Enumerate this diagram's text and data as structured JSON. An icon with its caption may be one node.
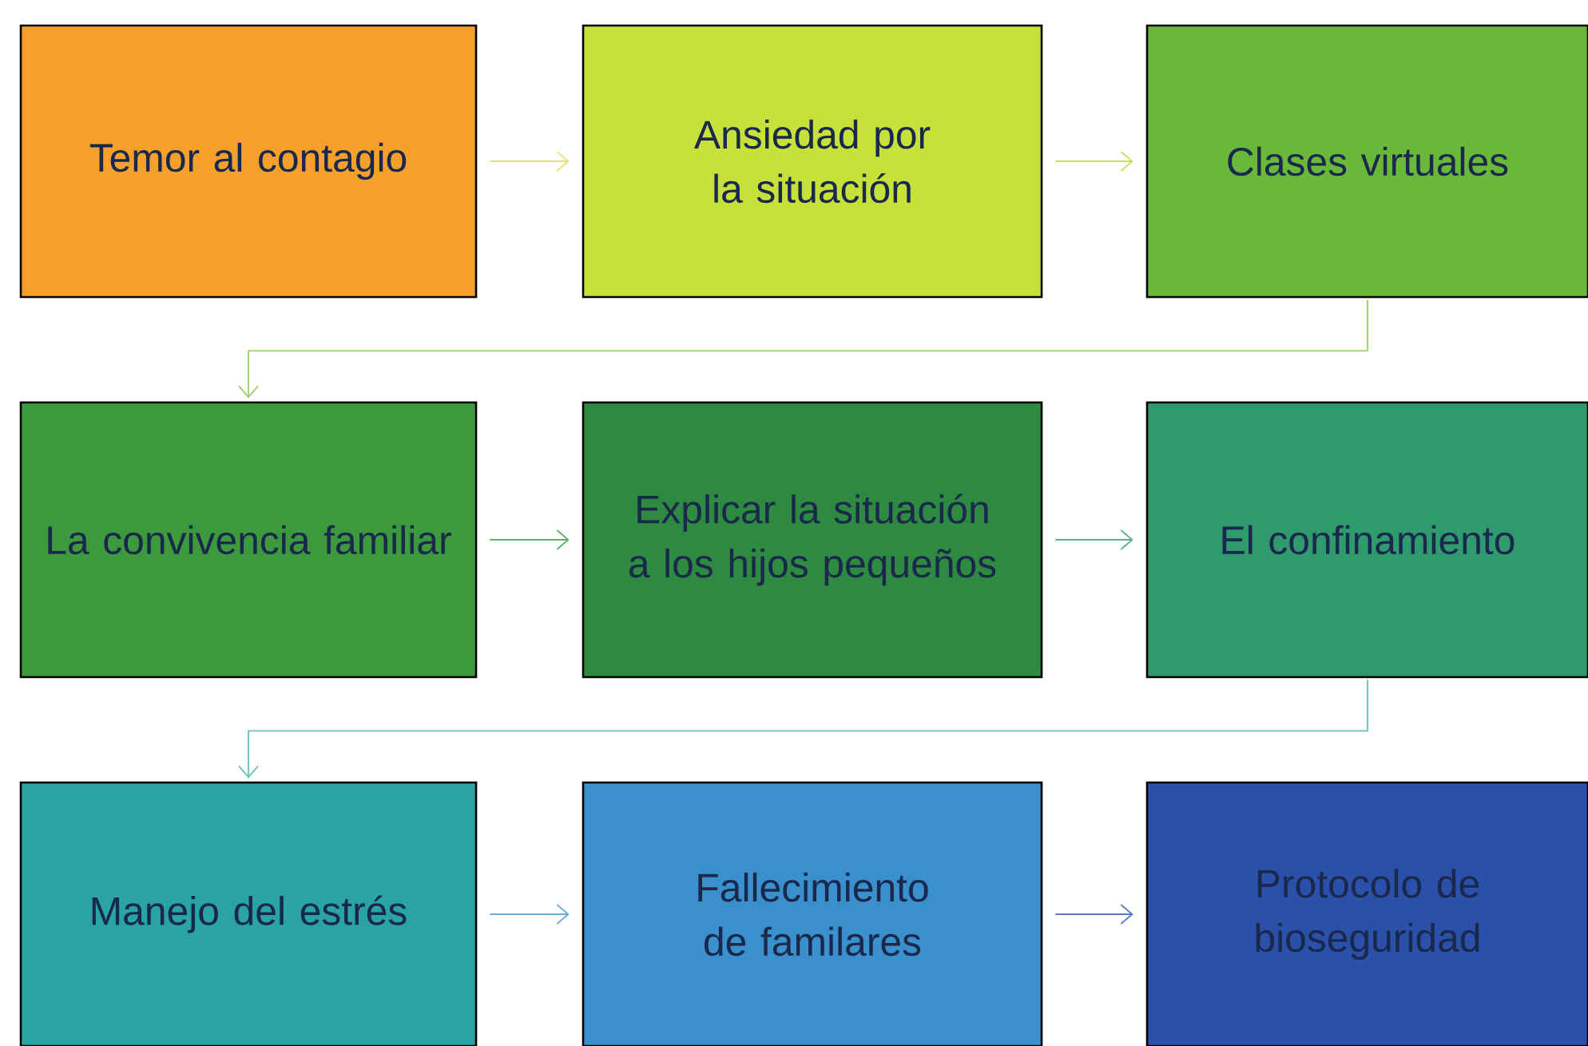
{
  "diagram": {
    "nodes": [
      {
        "text": [
          "Temor al contagio"
        ]
      },
      {
        "text": [
          "Ansiedad por la situación"
        ]
      },
      {
        "text": [
          "Clases virtuales"
        ]
      },
      {
        "text": [
          "La convivencia familiar"
        ]
      },
      {
        "text": [
          "Explicar la situación a los hijos pequeños"
        ]
      },
      {
        "text": [
          "El confinamiento"
        ]
      },
      {
        "text": [
          "Manejo del estrés"
        ]
      },
      {
        "text": [
          "Fallecimiento de familares"
        ]
      },
      {
        "text": [
          "Protocolo de bioseguridad"
        ]
      }
    ],
    "edges": [
      {
        "from": 0,
        "to": 1,
        "arrow": "to",
        "color": "#e8e070"
      },
      {
        "from": 1,
        "to": 2,
        "arrow": "to",
        "color": "#c8e060"
      },
      {
        "from": 2,
        "to": 3,
        "arrow": "to",
        "color": "#9ad070"
      },
      {
        "from": 3,
        "to": 4,
        "arrow": "to",
        "color": "#5cb070"
      },
      {
        "from": 4,
        "to": 5,
        "arrow": "to",
        "color": "#5cb08a"
      },
      {
        "from": 5,
        "to": 6,
        "arrow": "to",
        "color": "#6cc0b8"
      },
      {
        "from": 6,
        "to": 7,
        "arrow": "to",
        "color": "#6aaed8"
      },
      {
        "from": 7,
        "to": 8,
        "arrow": "to",
        "color": "#5a7ac8"
      }
    ]
  }
}
